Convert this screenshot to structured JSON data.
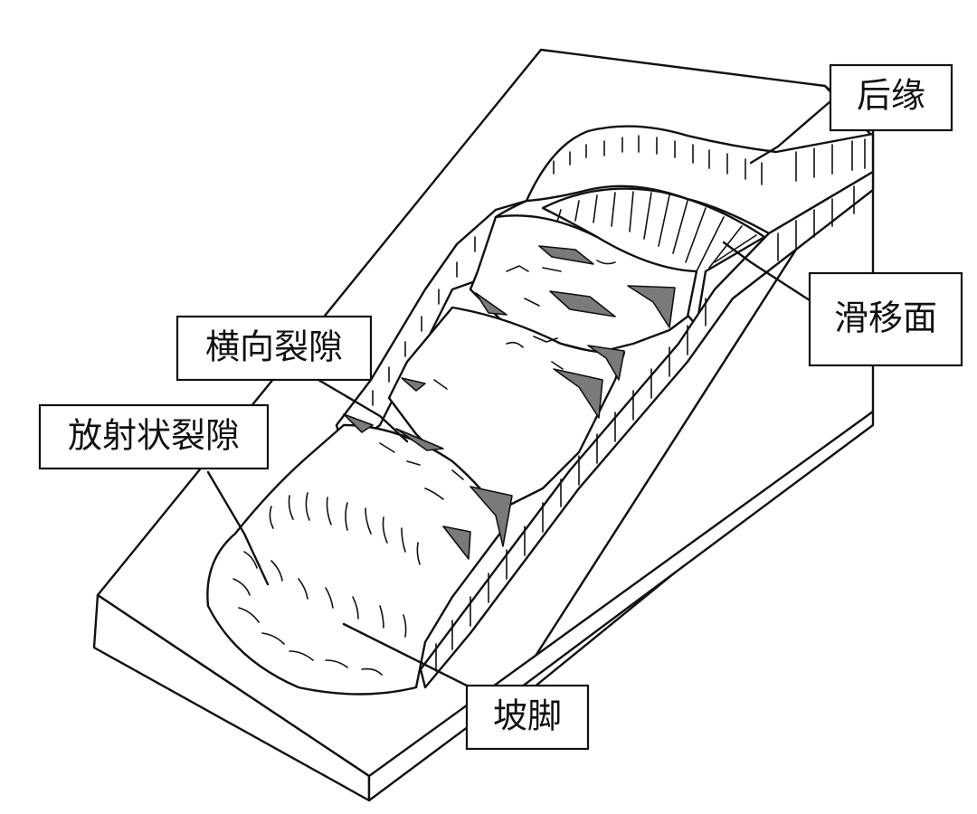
{
  "labels": {
    "back_edge": "后缘",
    "slip_surface": "滑移面",
    "transverse_cracks": "横向裂隙",
    "radial_cracks": "放射状裂隙",
    "slope_toe": "坡脚"
  }
}
